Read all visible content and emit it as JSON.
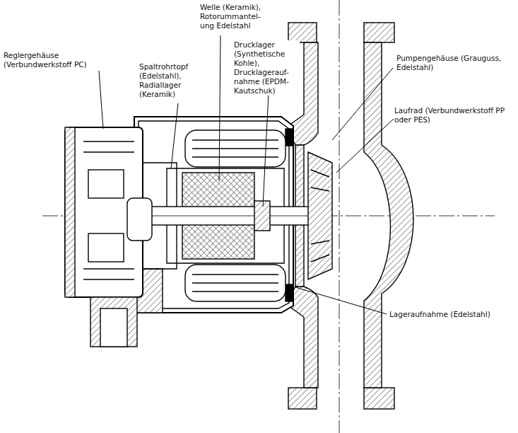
{
  "diagram": {
    "labels": [
      "Reglergehäuse (Verbundwerkstoff PC)",
      "Spaltrohrtopf (Edelstahl), Radiallager (Keramik)",
      "Welle (Keramik), Rotorummantel- ung Edelstahl",
      "Drucklager (Synthetische Kohle), Drucklagerauf- nahme (EPDM- Kautschuk)",
      "Pumpengehäuse (Grauguss, Edelstahl)",
      "Laufrad (Verbundwerkstoff PP oder PES)",
      "Lageraufnahme (Edelstahl)"
    ]
  }
}
